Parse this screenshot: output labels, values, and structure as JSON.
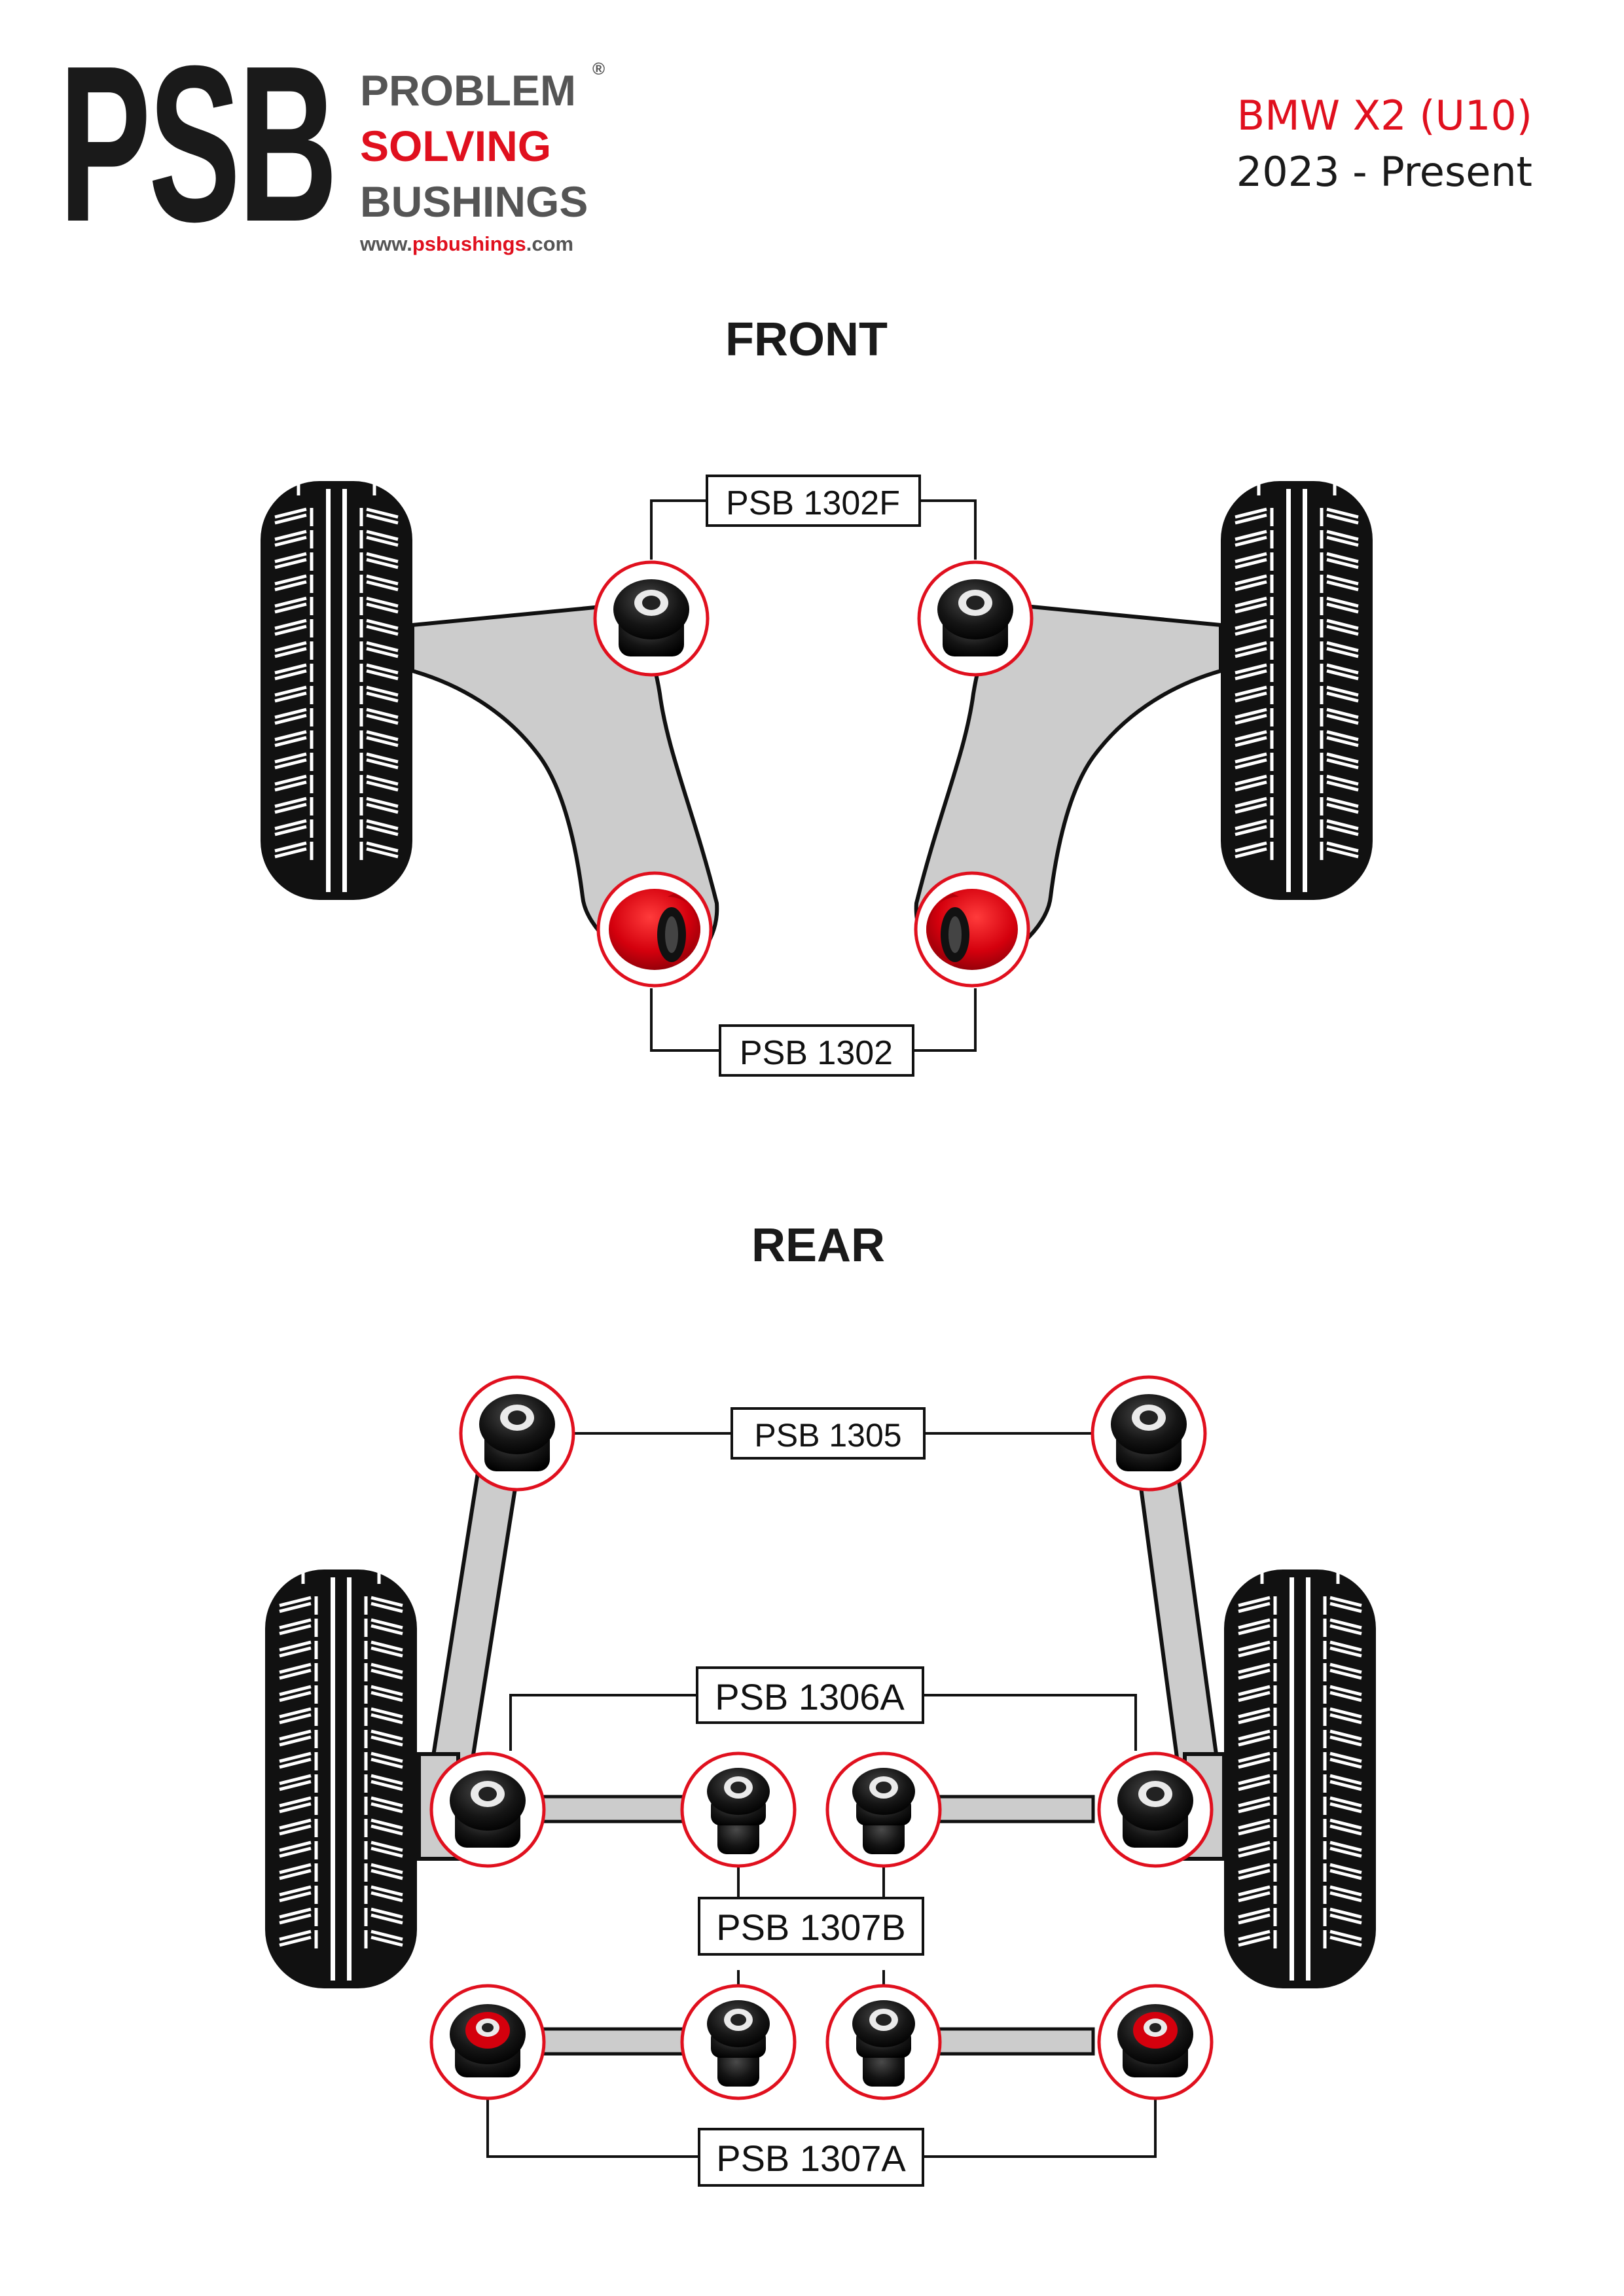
{
  "logo": {
    "letters": "PSB",
    "line1": "PROBLEM",
    "line2": "SOLVING",
    "line3": "BUSHINGS",
    "registered": "®",
    "url_prefix": "www.",
    "url_brand": "psbushings",
    "url_suffix": ".com"
  },
  "vehicle": {
    "model": "BMW X2 (U10)",
    "years": "2023 - Present"
  },
  "sections": {
    "front": "FRONT",
    "rear": "REAR"
  },
  "labels": {
    "front_top": "PSB 1302F",
    "front_bottom": "PSB 1302",
    "rear_top": "PSB 1305",
    "rear_1306a": "PSB 1306A",
    "rear_1307b": "PSB 1307B",
    "rear_1307a": "PSB 1307A"
  },
  "colors": {
    "brand_red": "#e0101e",
    "logo_black": "#1a1a1a",
    "logo_grey": "#555555",
    "arm_grey": "#cccccc",
    "bushing_black": "#111111"
  }
}
